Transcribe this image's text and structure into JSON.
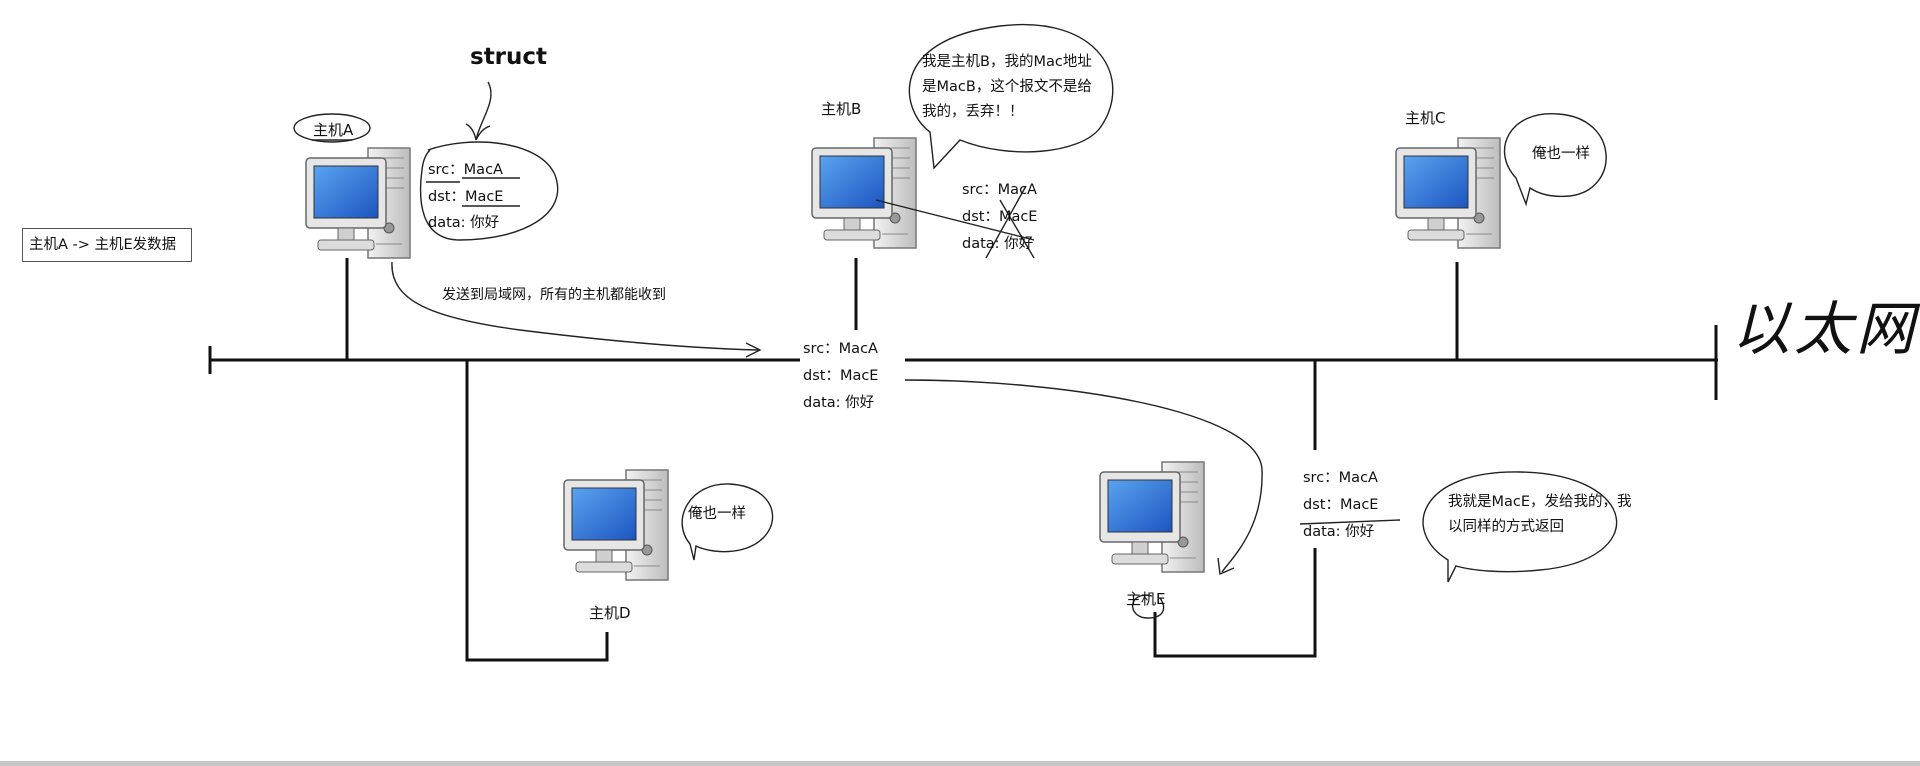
{
  "task_label": "主机A -> 主机E发数据",
  "struct_label": "struct",
  "ethernet_label": "以太网",
  "broadcast_note": "发送到局域网，所有的主机都能收到",
  "hosts": {
    "a": {
      "name": "主机A"
    },
    "b": {
      "name": "主机B",
      "bubble": "我是主机B，我的Mac地址是MacB，这个报文不是给我的，丢弃！！"
    },
    "c": {
      "name": "主机C",
      "bubble": "俺也一样"
    },
    "d": {
      "name": "主机D",
      "bubble": "俺也一样"
    },
    "e": {
      "name": "主机E",
      "bubble": "我就是MacE，发给我的，我以同样的方式返回"
    }
  },
  "packets": {
    "a": {
      "src": "src：MacA",
      "dst": "dst：MacE",
      "data": "data: 你好"
    },
    "b": {
      "src": "src：MacA",
      "dst": "dst：MacE",
      "data": "data: 你好"
    },
    "bus": {
      "src": "src：MacA",
      "dst": "dst：MacE",
      "data": "data: 你好"
    },
    "e": {
      "src": "src：MacA",
      "dst": "dst：MacE",
      "data": "data: 你好"
    }
  },
  "colors": {
    "line": "#111111",
    "screen": "#2a6fd6",
    "case": "#d9d9d9"
  }
}
